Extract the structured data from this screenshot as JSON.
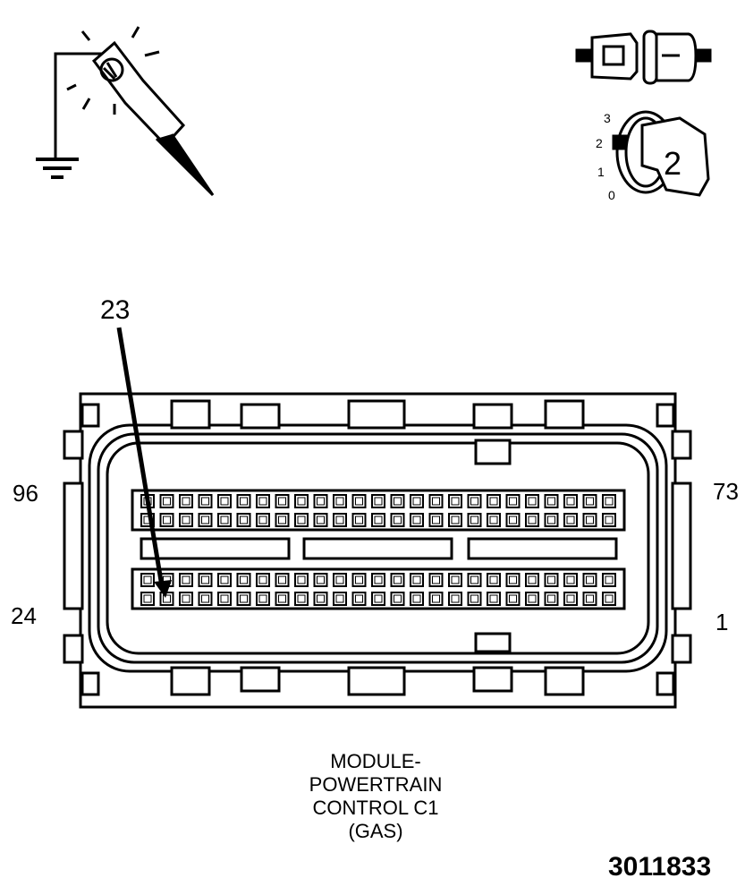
{
  "connector": {
    "title_lines": [
      "MODULE-",
      "POWERTRAIN",
      "CONTROL C1",
      "(GAS)"
    ],
    "pin_labels": {
      "top_left": "96",
      "top_right": "73",
      "bottom_left": "24",
      "bottom_right": "1"
    },
    "callout_pin": "23"
  },
  "ignition_key": {
    "positions": [
      "3",
      "2",
      "1",
      "0"
    ],
    "key_number": "2"
  },
  "figure_number": "3011833",
  "icons": [
    "test-light-probe-icon",
    "ground-symbol-icon",
    "disconnected-connector-icon",
    "ignition-key-icon"
  ]
}
